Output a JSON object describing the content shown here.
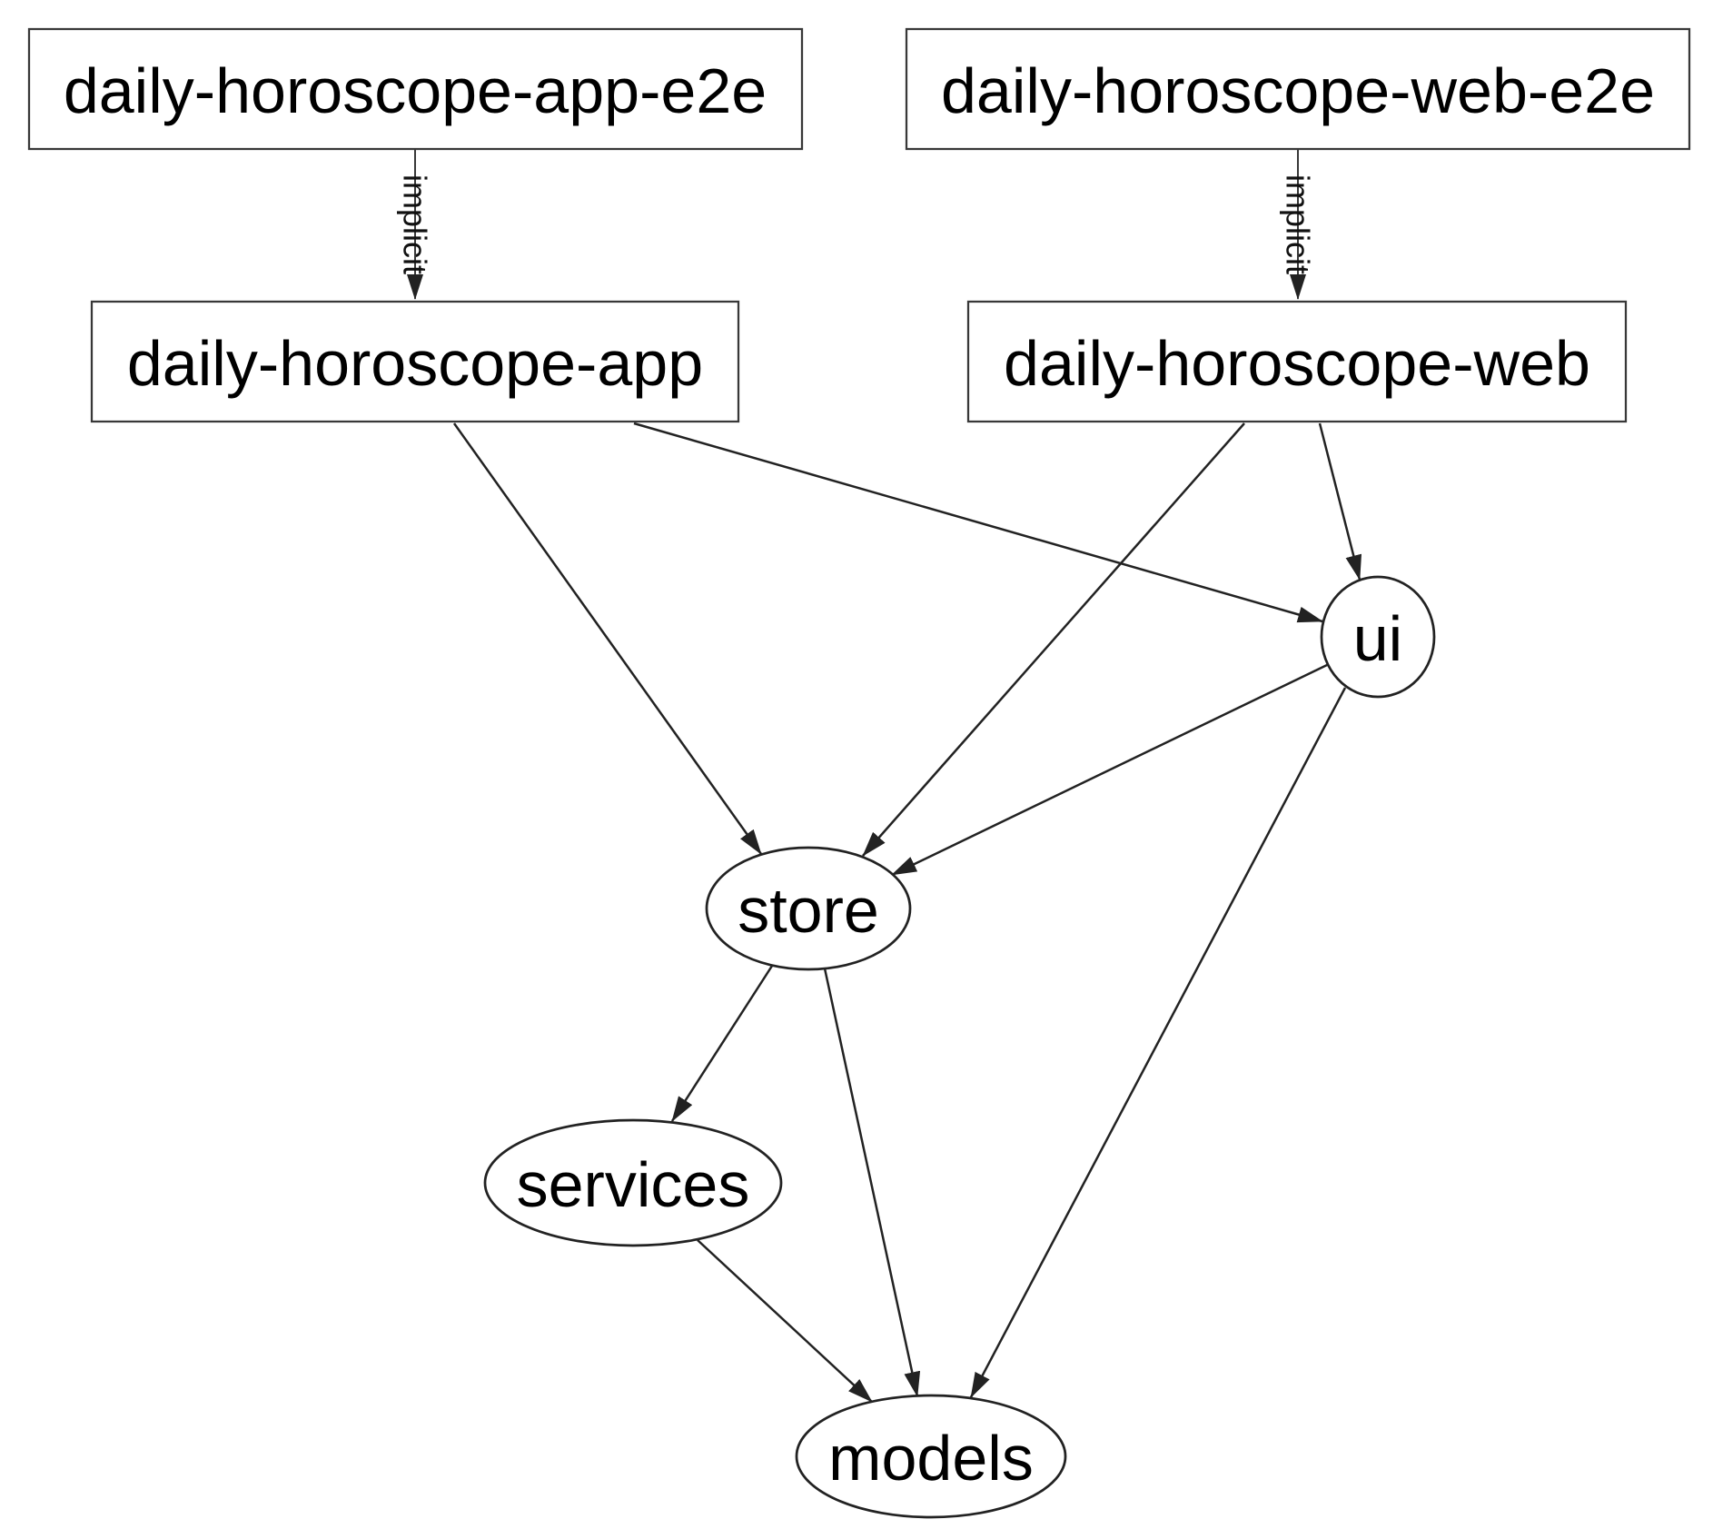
{
  "graph": {
    "background_color": "#ffffff",
    "node_border_color": "#383838",
    "ellipse_border_color": "#222222",
    "edge_color": "#222222",
    "text_color": "#000000",
    "nodes": {
      "app_e2e": {
        "label": "daily-horoscope-app-e2e",
        "shape": "box"
      },
      "web_e2e": {
        "label": "daily-horoscope-web-e2e",
        "shape": "box"
      },
      "app": {
        "label": "daily-horoscope-app",
        "shape": "box"
      },
      "web": {
        "label": "daily-horoscope-web",
        "shape": "box"
      },
      "ui": {
        "label": "ui",
        "shape": "ellipse"
      },
      "store": {
        "label": "store",
        "shape": "ellipse"
      },
      "services": {
        "label": "services",
        "shape": "ellipse"
      },
      "models": {
        "label": "models",
        "shape": "ellipse"
      }
    },
    "edges": [
      {
        "from": "daily-horoscope-app-e2e",
        "to": "daily-horoscope-app",
        "label": "implicit"
      },
      {
        "from": "daily-horoscope-web-e2e",
        "to": "daily-horoscope-web",
        "label": "implicit"
      },
      {
        "from": "daily-horoscope-app",
        "to": "store",
        "label": ""
      },
      {
        "from": "daily-horoscope-app",
        "to": "ui",
        "label": ""
      },
      {
        "from": "daily-horoscope-web",
        "to": "store",
        "label": ""
      },
      {
        "from": "daily-horoscope-web",
        "to": "ui",
        "label": ""
      },
      {
        "from": "ui",
        "to": "store",
        "label": ""
      },
      {
        "from": "ui",
        "to": "models",
        "label": ""
      },
      {
        "from": "store",
        "to": "services",
        "label": ""
      },
      {
        "from": "store",
        "to": "models",
        "label": ""
      },
      {
        "from": "services",
        "to": "models",
        "label": ""
      }
    ]
  }
}
